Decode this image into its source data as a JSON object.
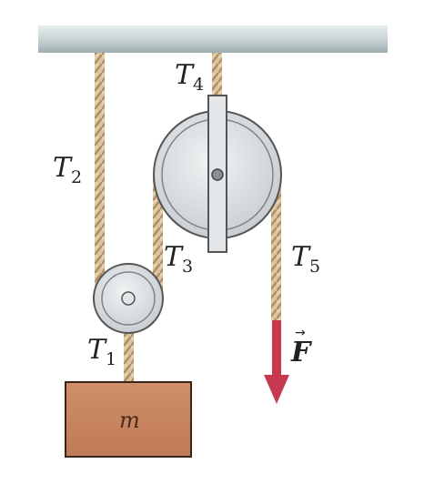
{
  "labels": {
    "t1": {
      "symbol": "T",
      "sub": "1"
    },
    "t2": {
      "symbol": "T",
      "sub": "2"
    },
    "t3": {
      "symbol": "T",
      "sub": "3"
    },
    "t4": {
      "symbol": "T",
      "sub": "4"
    },
    "t5": {
      "symbol": "T",
      "sub": "5"
    }
  },
  "mass": "m",
  "force": {
    "symbol": "F",
    "vector_mark": "→"
  },
  "colors": {
    "ceiling": "#c6d1d3",
    "rope": "#d8bf9a",
    "pulley": "#d9dcdf",
    "mass_block": "#c98660",
    "force_arrow": "#c8384e"
  }
}
